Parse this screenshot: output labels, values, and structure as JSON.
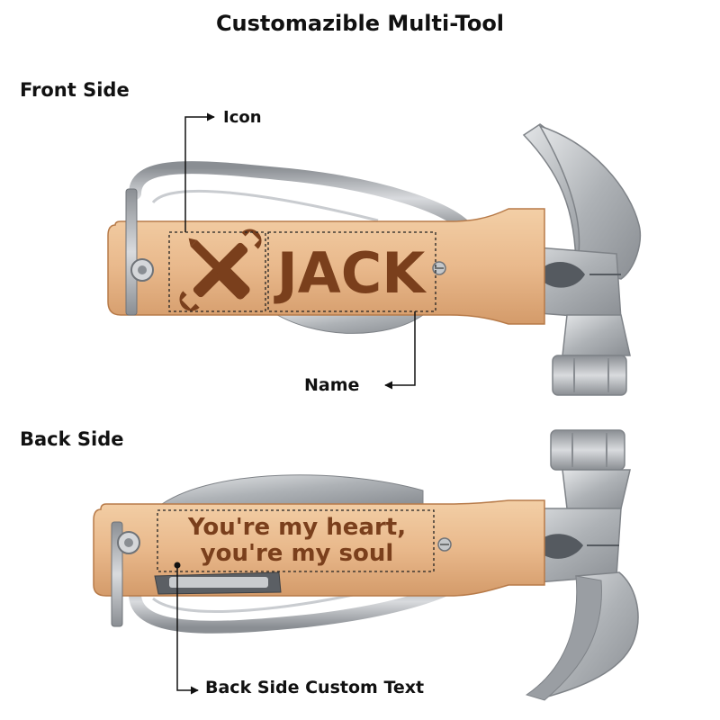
{
  "title": "Customazible Multi-Tool",
  "front": {
    "section_label": "Front Side",
    "icon_label": "Icon",
    "name_label": "Name",
    "engraved_name": "JACK"
  },
  "back": {
    "section_label": "Back Side",
    "engraved_line1": "You're my heart,",
    "engraved_line2": "you're my soul",
    "custom_text_label": "Back Side Custom Text"
  },
  "colors": {
    "wood": "#e9b98c",
    "engraving": "#7a3f1c",
    "steel": "#b9bcc0"
  }
}
